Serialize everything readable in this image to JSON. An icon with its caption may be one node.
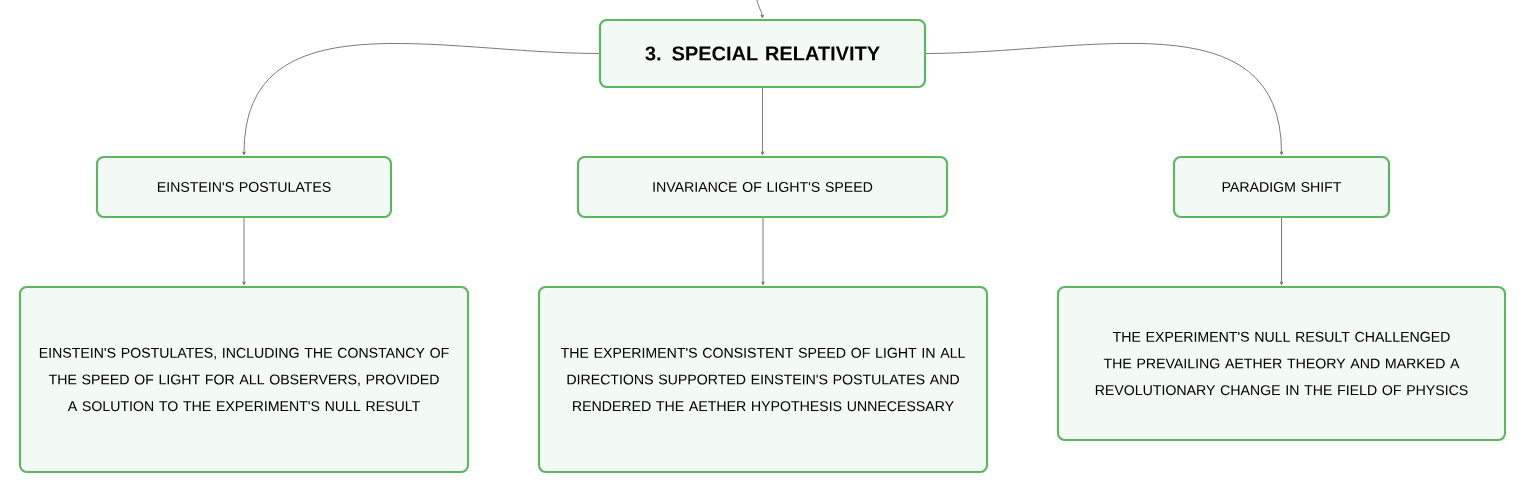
{
  "diagram": {
    "nodes": [
      {
        "text": [
          "3. SPECIAL RELATIVITY"
        ]
      },
      {
        "text": [
          "EINSTEIN'S POSTULATES"
        ]
      },
      {
        "text": [
          "INVARIANCE OF LIGHT'S SPEED"
        ]
      },
      {
        "text": [
          "PARADIGM SHIFT"
        ]
      },
      {
        "text": [
          "EINSTEIN'S POSTULATES, INCLUDING THE CONSTANCY OF THE SPEED OF LIGHT FOR ALL OBSERVERS, PROVIDED A SOLUTION TO THE EXPERIMENT'S NULL RESULT"
        ]
      },
      {
        "text": [
          "THE EXPERIMENT'S CONSISTENT SPEED OF LIGHT IN ALL DIRECTIONS SUPPORTED EINSTEIN'S POSTULATES AND RENDERED THE AETHER HYPOTHESIS UNNECESSARY"
        ]
      },
      {
        "text": [
          "THE EXPERIMENT'S NULL RESULT CHALLENGED THE PREVAILING AETHER THEORY AND MARKED A REVOLUTIONARY CHANGE IN THE FIELD OF PHYSICS"
        ]
      }
    ],
    "edges": [
      {
        "from": null,
        "to": 0,
        "arrow": "to"
      },
      {
        "from": 0,
        "to": 1,
        "arrow": "to"
      },
      {
        "from": 0,
        "to": 2,
        "arrow": "to"
      },
      {
        "from": 0,
        "to": 3,
        "arrow": "to"
      },
      {
        "from": 1,
        "to": 4,
        "arrow": "to"
      },
      {
        "from": 2,
        "to": 5,
        "arrow": "to"
      },
      {
        "from": 3,
        "to": 6,
        "arrow": "to"
      }
    ]
  }
}
